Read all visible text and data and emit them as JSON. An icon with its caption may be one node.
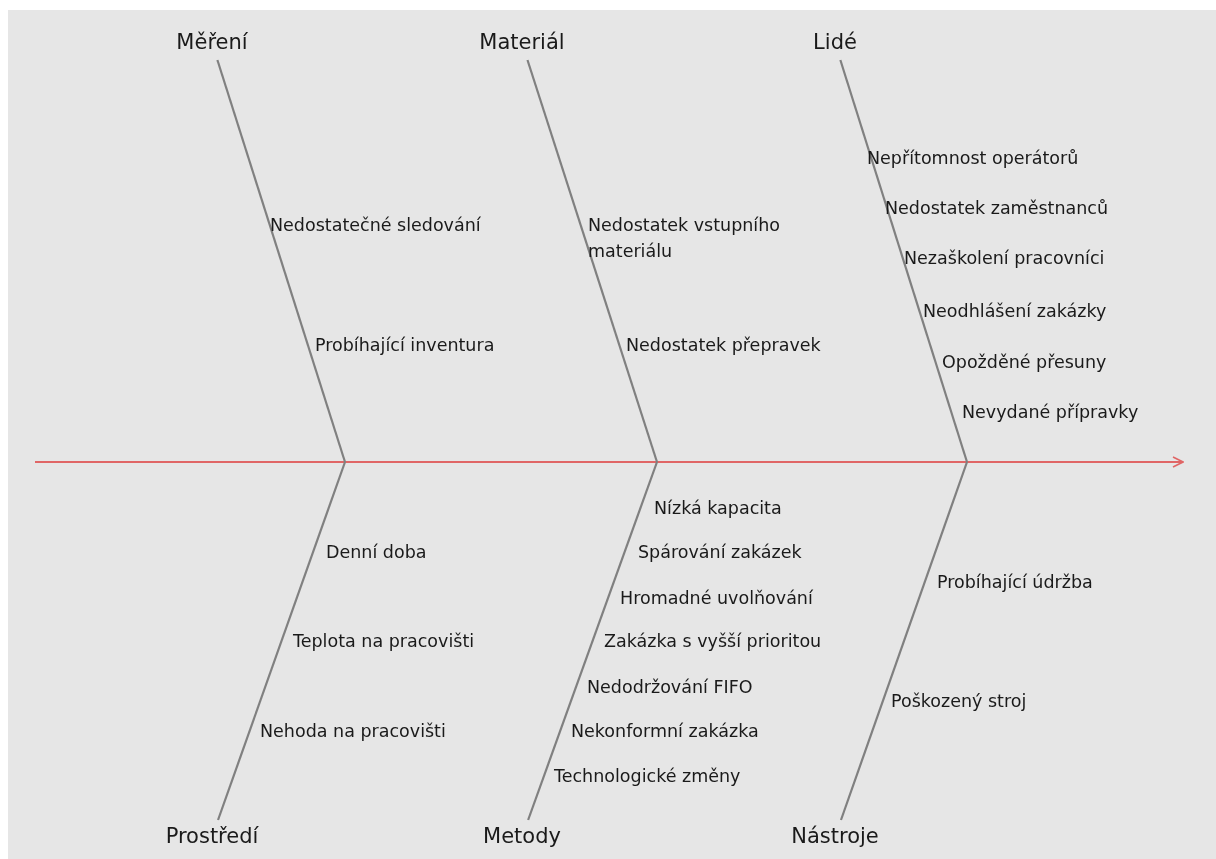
{
  "diagram": {
    "nodes": [
      {
        "text": [
          "Měření"
        ]
      },
      {
        "text": [
          "Materiál"
        ]
      },
      {
        "text": [
          "Lidé"
        ]
      },
      {
        "text": [
          "Prostředí"
        ]
      },
      {
        "text": [
          "Metody"
        ]
      },
      {
        "text": [
          "Nástroje"
        ]
      }
    ],
    "edges": [
      {
        "from": 0,
        "to": null,
        "arrow": "none"
      },
      {
        "from": 1,
        "to": null,
        "arrow": "none"
      },
      {
        "from": 2,
        "to": null,
        "arrow": "none"
      },
      {
        "from": 3,
        "to": null,
        "arrow": "none"
      },
      {
        "from": 4,
        "to": null,
        "arrow": "none"
      },
      {
        "from": 5,
        "to": null,
        "arrow": "none"
      }
    ],
    "labels": [
      "Nedostatečné sledování",
      "Probíhající inventura",
      "Nedostatek vstupního materiálu",
      "Nedostatek přepravek",
      "Nepřítomnost operátorů",
      "Nedostatek zaměstnanců",
      "Nezaškolení pracovníci",
      "Neodhlášení zakázky",
      "Opožděné přesuny",
      "Nevydané přípravky",
      "Denní doba",
      "Teplota na pracovišti",
      "Nehoda na pracovišti",
      "Nízká kapacita",
      "Spárování zakázek",
      "Hromadné uvolňování",
      "Zakázka s vyšší prioritou",
      "Nedodržování FIFO",
      "Nekonformní zakázka",
      "Technologické změny",
      "Probíhající údržba",
      "Poškozený stroj"
    ]
  }
}
